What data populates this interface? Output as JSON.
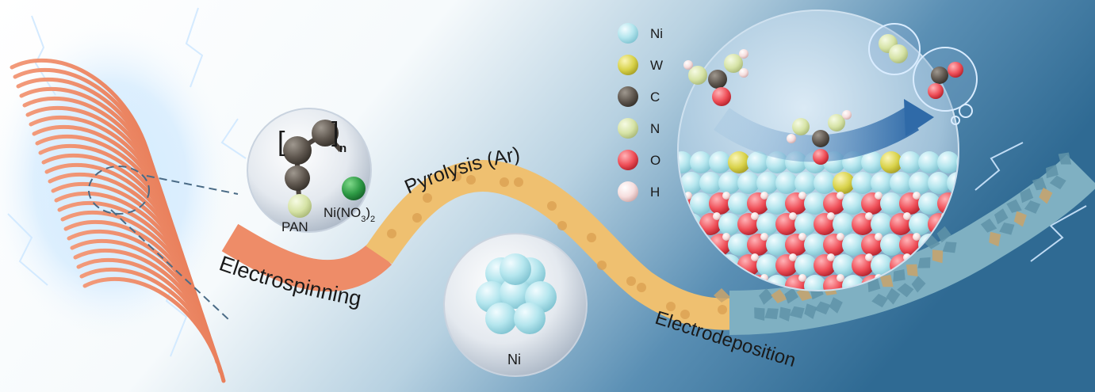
{
  "process": {
    "step1": "Electrospinning",
    "step2": "Pyrolysis (Ar)",
    "step3": "Electrodeposition"
  },
  "precursor": {
    "bracket_open": "[",
    "bracket_close": "]",
    "subscript_n": "n",
    "polymer_label": "PAN",
    "salt_main": "Ni(NO",
    "salt_sub3": "3",
    "salt_close": ")",
    "salt_sub2": "2"
  },
  "nickel_sphere": {
    "label": "Ni"
  },
  "legend": {
    "items": [
      {
        "label": "Ni",
        "color": "#b5e6ee"
      },
      {
        "label": "W",
        "color": "#d8d24a"
      },
      {
        "label": "C",
        "color": "#5e564e"
      },
      {
        "label": "N",
        "color": "#d6e3a6"
      },
      {
        "label": "O",
        "color": "#ef4f58"
      },
      {
        "label": "H",
        "color": "#f6dede"
      }
    ]
  },
  "colors": {
    "fiber": "#ee8c68",
    "carbonized": "#efc070",
    "coating": "#7fb0c2",
    "background_blue": "#2f6f99"
  }
}
